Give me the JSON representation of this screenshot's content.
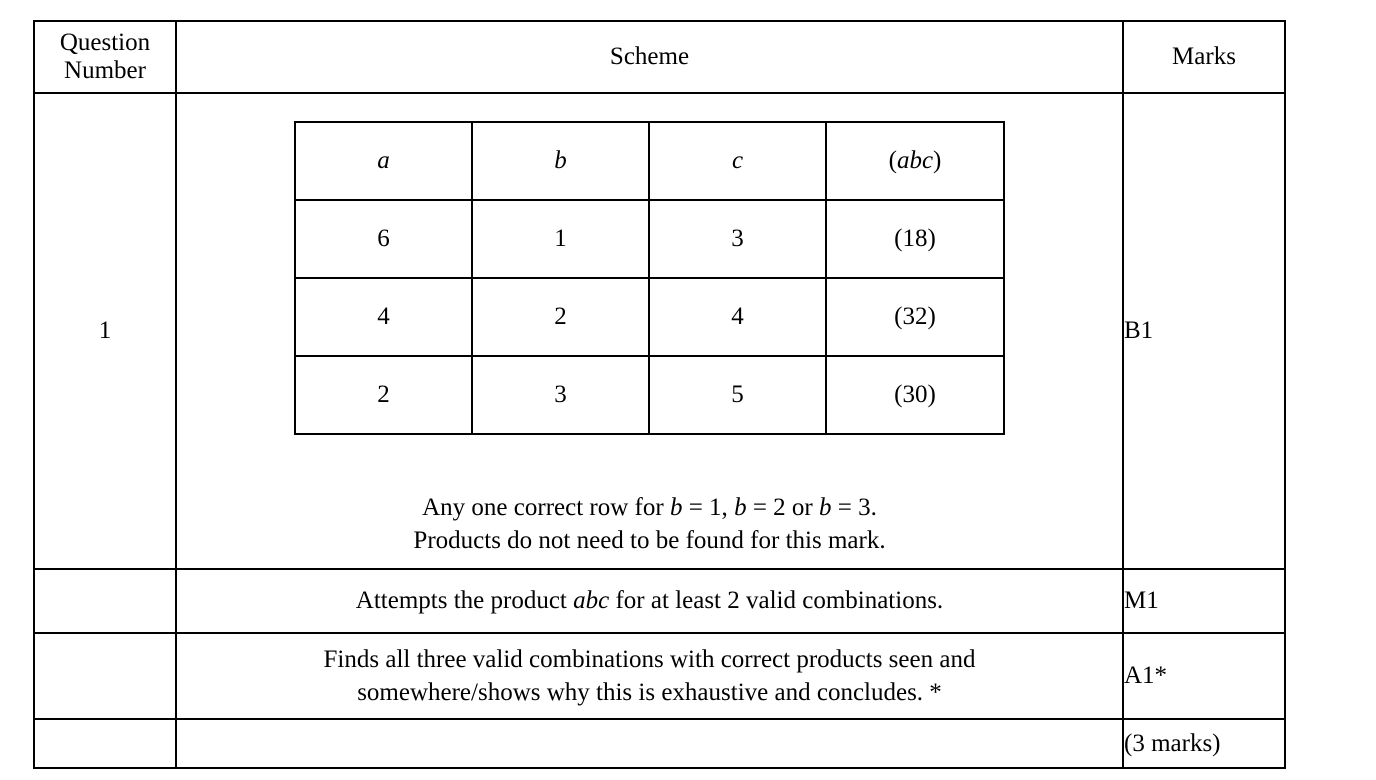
{
  "table": {
    "headers": {
      "question_number": "Question\nNumber",
      "question_number_line1": "Question",
      "question_number_line2": "Number",
      "scheme": "Scheme",
      "marks": "Marks"
    },
    "question_number": "1",
    "rows": [
      {
        "mark": "B1",
        "note_line_1_prefix": "Any one correct row for ",
        "note_line_1_b1": "b",
        "note_line_1_mid1": " = 1, ",
        "note_line_1_b2": "b",
        "note_line_1_mid2": " = 2 or ",
        "note_line_1_b3": "b",
        "note_line_1_suffix": " = 3.",
        "note_line_2": "Products do not need to be found for this mark."
      },
      {
        "mark": "M1",
        "text_prefix": "Attempts the product ",
        "text_italic": "abc",
        "text_suffix": " for at least 2 valid combinations."
      },
      {
        "mark": "A1*",
        "line_1": "Finds all three valid combinations with correct products seen and",
        "line_2": "somewhere/shows why this is exhaustive and concludes.  *"
      }
    ],
    "total": "(3 marks)"
  },
  "combo_table": {
    "headers": {
      "a": "a",
      "b": "b",
      "c": "c",
      "product_open": "(",
      "product_label": "abc",
      "product_close": ")"
    },
    "rows": [
      {
        "a": "6",
        "b": "1",
        "c": "3",
        "product": "(18)"
      },
      {
        "a": "4",
        "b": "2",
        "c": "4",
        "product": "(32)"
      },
      {
        "a": "2",
        "b": "3",
        "c": "5",
        "product": "(30)"
      }
    ]
  },
  "colors": {
    "background": "#ffffff",
    "text": "#000000",
    "border": "#000000"
  }
}
